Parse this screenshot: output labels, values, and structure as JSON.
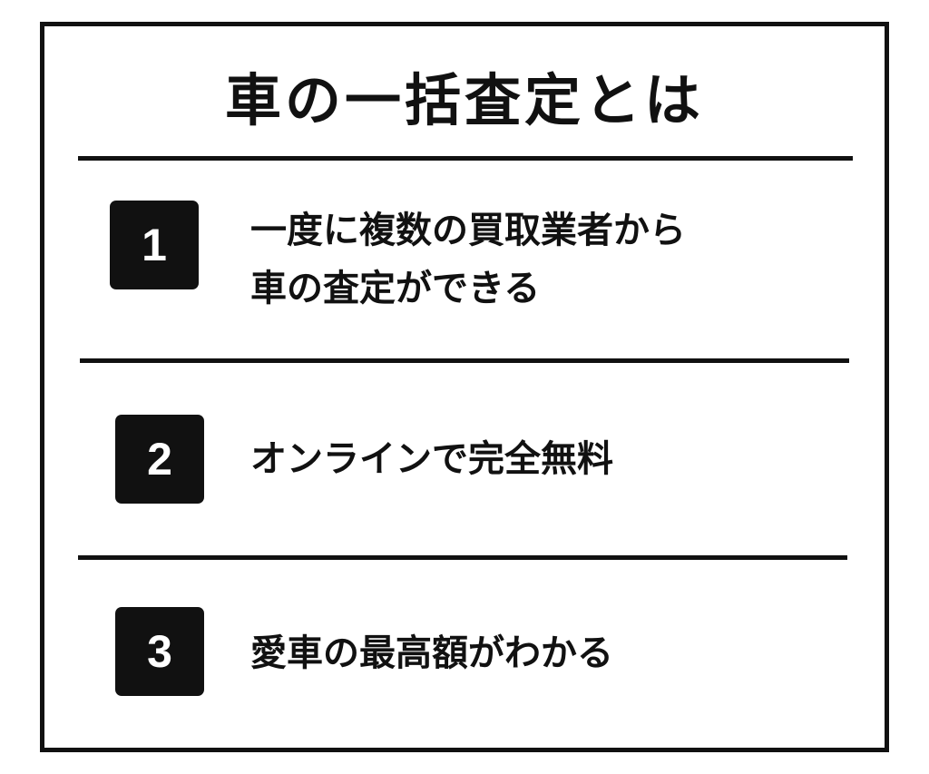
{
  "title": "車の一括査定とは",
  "items": [
    {
      "number": "1",
      "lines": [
        "一度に複数の買取業者から",
        "車の査定ができる"
      ]
    },
    {
      "number": "2",
      "lines": [
        "オンラインで完全無料"
      ]
    },
    {
      "number": "3",
      "lines": [
        "愛車の最高額がわかる"
      ]
    }
  ]
}
